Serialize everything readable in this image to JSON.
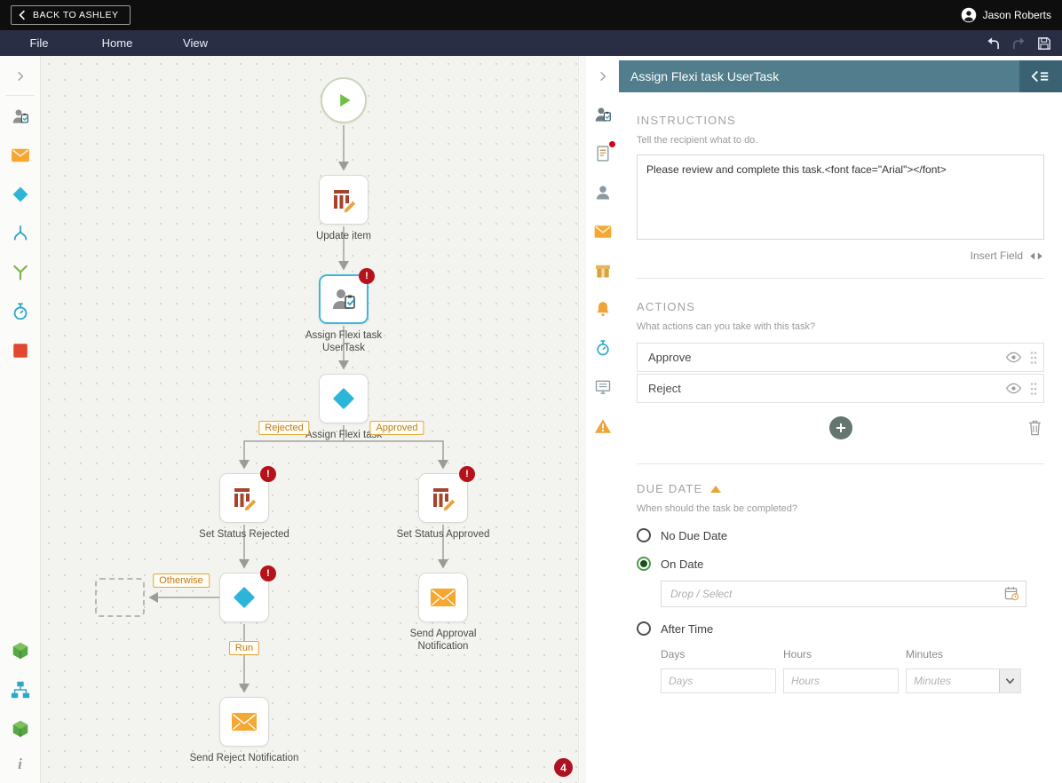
{
  "colors": {
    "accent_teal": "#2fb4d8",
    "panel_header": "#517d8c",
    "orange": "#f0a339",
    "error_red": "#b5121b",
    "node_list_red": "#a5432c",
    "play_green": "#6fbf44"
  },
  "titlebar": {
    "back_label": "BACK TO ASHLEY",
    "user_name": "Jason Roberts"
  },
  "menubar": {
    "tabs": [
      "File",
      "Home",
      "View"
    ]
  },
  "canvas": {
    "node_labels": {
      "update_item": "Update item",
      "assign_flexi_usertask": "Assign Flexi task UserTask",
      "assign_flexi": "Assign Flexi task",
      "set_status_rejected": "Set Status Rejected",
      "set_status_approved": "Set Status Approved",
      "send_approval_notification": "Send Approval Notification",
      "send_reject_notification": "Send Reject Notification"
    },
    "branch_labels": {
      "rejected": "Rejected",
      "approved": "Approved",
      "otherwise": "Otherwise",
      "run": "Run"
    },
    "error_badge": "!",
    "issue_count": "4"
  },
  "panel": {
    "title": "Assign Flexi task UserTask",
    "instructions": {
      "heading": "INSTRUCTIONS",
      "subtext": "Tell the recipient what to do.",
      "value": "Please review and complete this task.<font face=\"Arial\"></font>",
      "insert_field_label": "Insert Field"
    },
    "actions": {
      "heading": "ACTIONS",
      "subtext": "What actions can you take with this task?",
      "items": [
        "Approve",
        "Reject"
      ]
    },
    "due_date": {
      "heading": "DUE DATE",
      "subtext": "When should the task be completed?",
      "option_no_due_date": "No Due Date",
      "option_on_date": "On Date",
      "option_after_time": "After Time",
      "selected_option": "On Date",
      "date_placeholder": "Drop / Select",
      "days_label": "Days",
      "hours_label": "Hours",
      "minutes_label": "Minutes",
      "days_placeholder": "Days",
      "hours_placeholder": "Hours",
      "minutes_placeholder": "Minutes"
    }
  }
}
